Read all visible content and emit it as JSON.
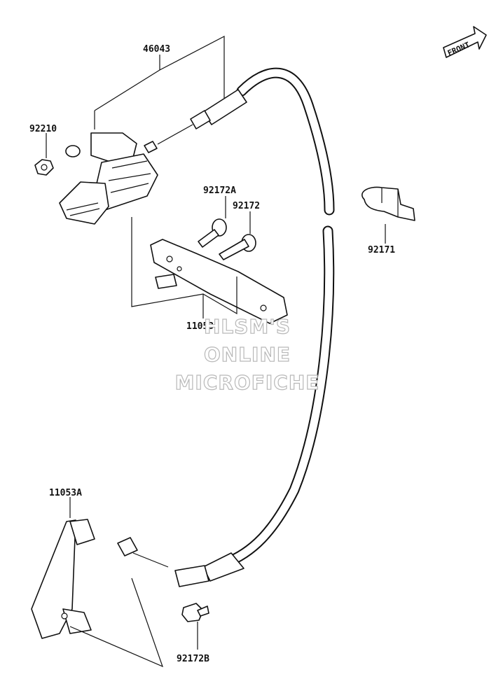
{
  "parts": {
    "cable_assembly": "46043",
    "nut": "92210",
    "screw_a": "92172A",
    "screw": "92172",
    "clamp": "92171",
    "bracket": "11053",
    "bracket_a": "11053A",
    "bolt_b": "92172B"
  },
  "front_marker": "FRONT",
  "watermark": [
    "HLSM'S",
    "ONLINE",
    "MICROFICHE"
  ]
}
